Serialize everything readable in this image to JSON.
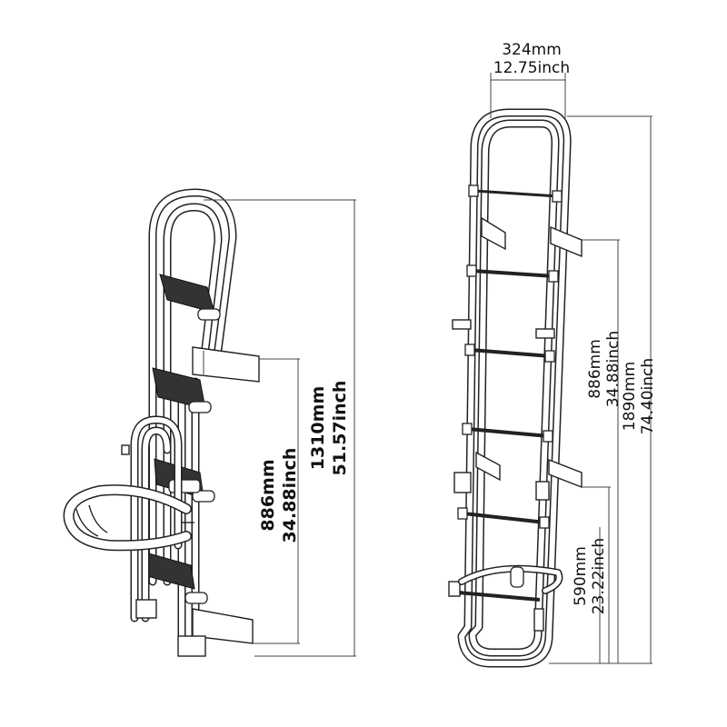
{
  "diagram": {
    "left_ladder": {
      "height_total": {
        "mm": "1310mm",
        "inch": "51.57inch"
      },
      "height_upper": {
        "mm": "886mm",
        "inch": "34.88inch"
      }
    },
    "right_ladder": {
      "width": {
        "mm": "324mm",
        "inch": "12.75inch"
      },
      "height_total": {
        "mm": "1890mm",
        "inch": "74.40inch"
      },
      "height_upper": {
        "mm": "886mm",
        "inch": "34.88inch"
      },
      "height_lower": {
        "mm": "590mm",
        "inch": "23.22inch"
      }
    }
  }
}
